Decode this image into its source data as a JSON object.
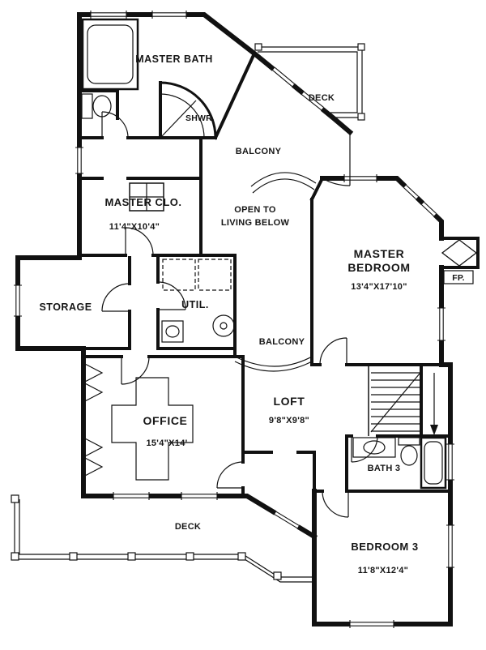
{
  "colors": {
    "ink": "#111111",
    "paper": "#ffffff"
  },
  "rooms": {
    "master_bath": {
      "label": "MASTER BATH"
    },
    "shower": {
      "label": "SHWR."
    },
    "deck_upper": {
      "label": "DECK"
    },
    "balcony_upper": {
      "label": "BALCONY"
    },
    "master_closet": {
      "label": "MASTER CLO.",
      "dims": "11'4\"X10'4\""
    },
    "open_to_below": {
      "line1": "OPEN TO",
      "line2": "LIVING BELOW"
    },
    "master_bedroom": {
      "line1": "MASTER",
      "line2": "BEDROOM",
      "dims": "13'4\"X17'10\""
    },
    "fireplace": {
      "label": "FP."
    },
    "storage": {
      "label": "STORAGE"
    },
    "utility": {
      "label": "UTIL."
    },
    "balcony_mid": {
      "label": "BALCONY"
    },
    "loft": {
      "label": "LOFT",
      "dims": "9'8\"X9'8\""
    },
    "office": {
      "label": "OFFICE",
      "dims": "15'4\"X14'"
    },
    "bath3": {
      "label": "BATH 3"
    },
    "deck_lower": {
      "label": "DECK"
    },
    "bedroom3": {
      "label": "BEDROOM 3",
      "dims": "11'8\"X12'4\""
    }
  }
}
